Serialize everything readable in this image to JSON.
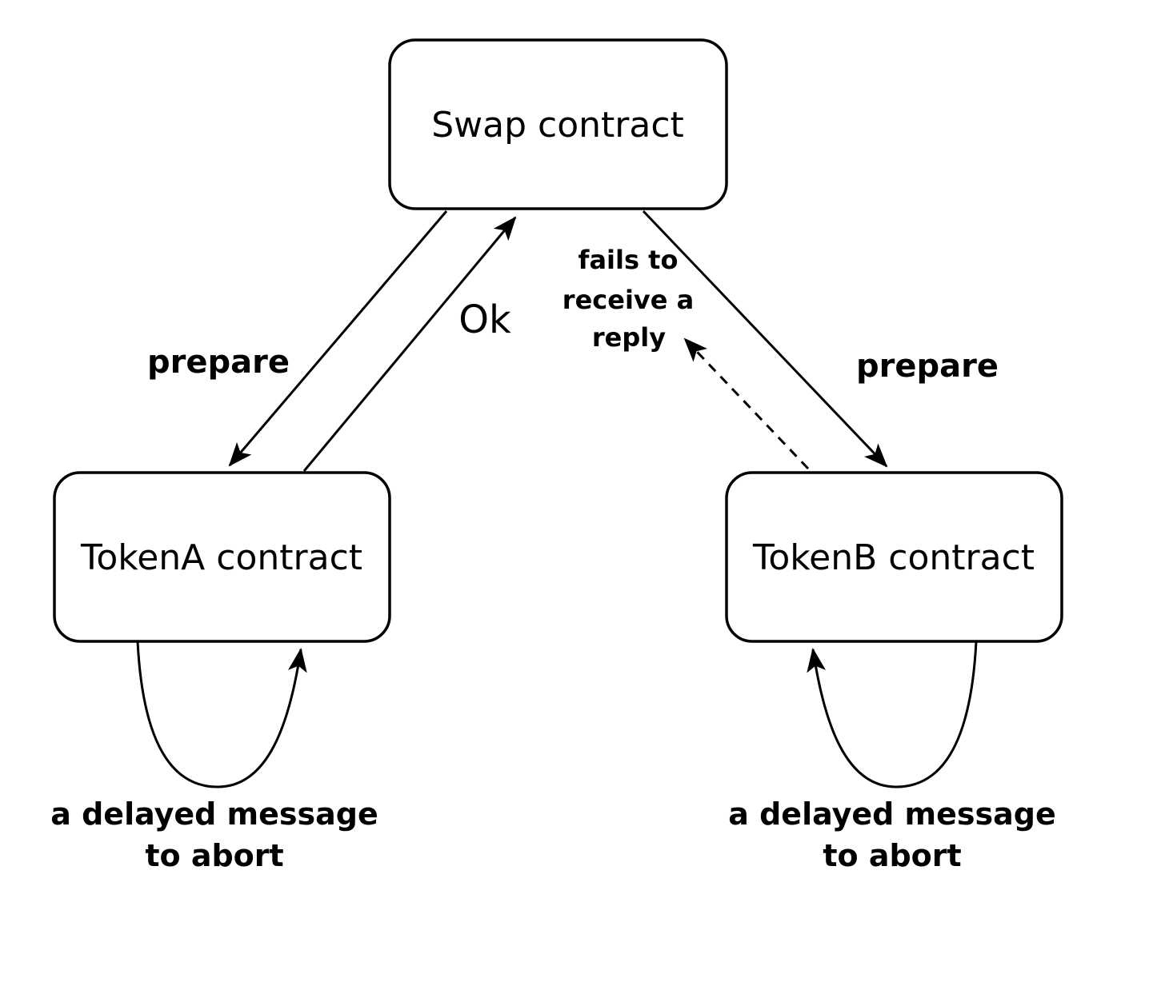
{
  "diagram": {
    "background_color": "#ffffff",
    "stroke_color": "#000000",
    "nodes": {
      "swap": {
        "label": "Swap contract"
      },
      "token_a": {
        "label": "TokenA contract"
      },
      "token_b": {
        "label": "TokenB contract"
      }
    },
    "edges": {
      "prepare_left": {
        "label": "prepare",
        "style": "solid",
        "from": "swap",
        "to": "token_a"
      },
      "ok": {
        "label": "Ok",
        "style": "solid",
        "from": "token_a",
        "to": "swap"
      },
      "prepare_right": {
        "label": "prepare",
        "style": "solid",
        "from": "swap",
        "to": "token_b"
      },
      "fails_reply": {
        "label_lines": [
          "fails to",
          "receive a",
          "reply"
        ],
        "style": "dashed",
        "from": "token_b",
        "to": "swap"
      },
      "abort_left": {
        "label_lines": [
          "a delayed message",
          "to abort"
        ],
        "style": "self-loop",
        "from": "token_a",
        "to": "token_a"
      },
      "abort_right": {
        "label_lines": [
          "a delayed message",
          "to abort"
        ],
        "style": "self-loop",
        "from": "token_b",
        "to": "token_b"
      }
    }
  }
}
